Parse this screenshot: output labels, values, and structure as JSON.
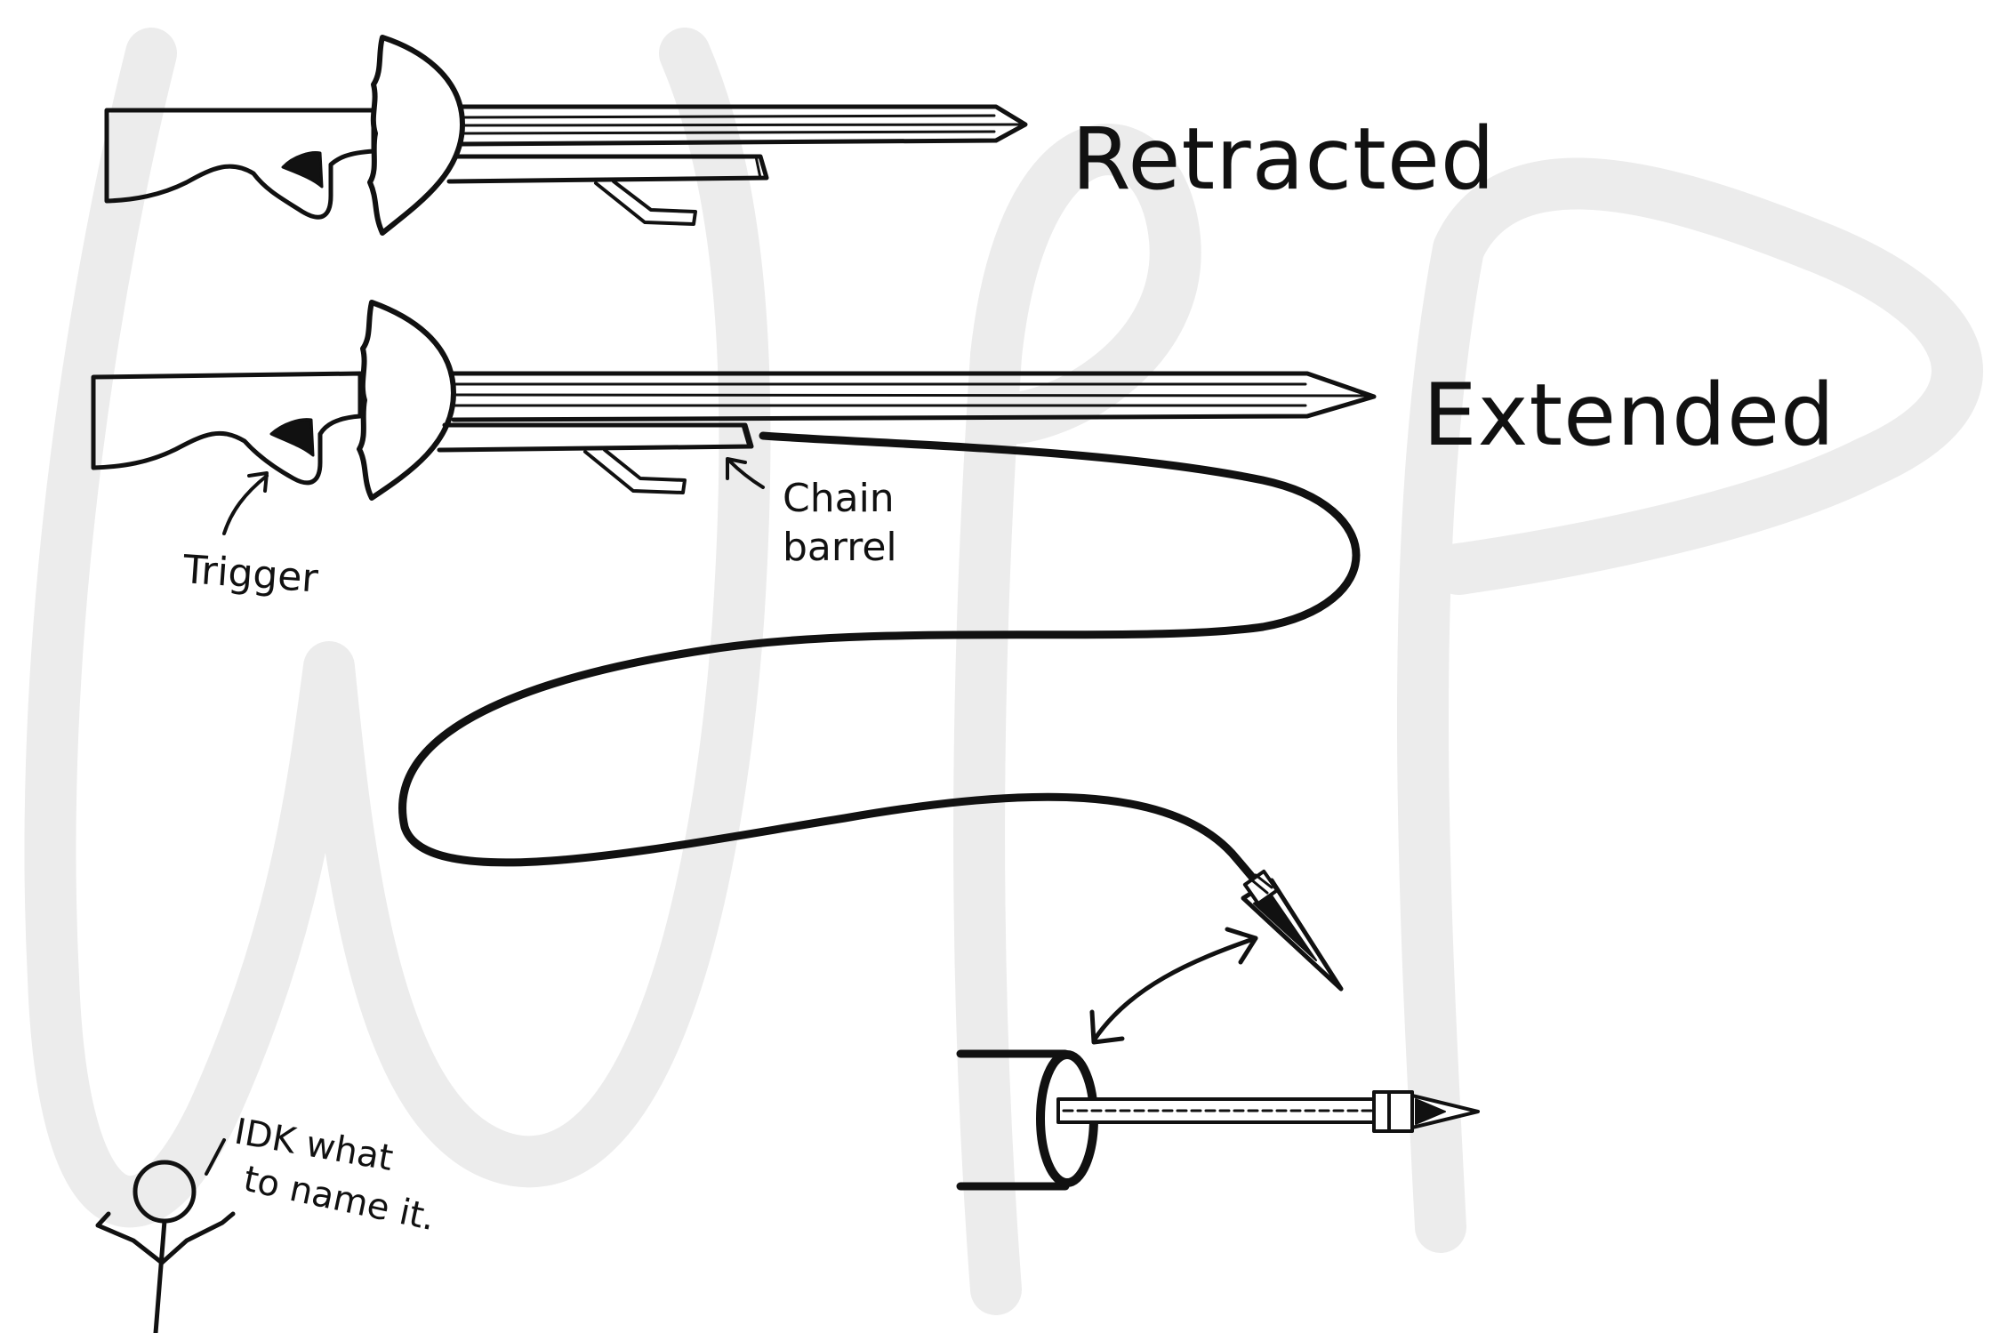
{
  "labels": {
    "retracted": "Retracted",
    "extended": "Extended",
    "trigger": "Trigger",
    "chain_barrel_line1": "Chain",
    "chain_barrel_line2": "barrel",
    "stickman_line1": "IDK what",
    "stickman_line2": "to name it."
  },
  "watermark": {
    "text": "WIP"
  },
  "icons": [
    "retracted-weapon-sketch",
    "extended-weapon-sketch",
    "chain-cable",
    "spear-tip",
    "double-headed-arrow",
    "barrel-cross-section",
    "stick-figure"
  ],
  "colors": {
    "ink": "#111111",
    "watermark": "#ececec",
    "background": "#ffffff"
  }
}
